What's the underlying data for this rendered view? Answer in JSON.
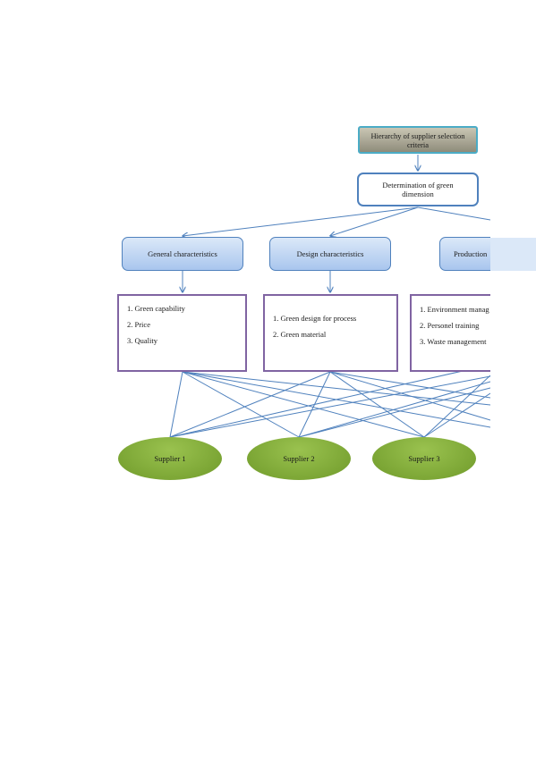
{
  "root": {
    "label": "Hierarchy of supplier selection criteria"
  },
  "dimension": {
    "label": "Determination of green dimension"
  },
  "categories": [
    {
      "label": "General characteristics"
    },
    {
      "label": "Design characteristics"
    },
    {
      "label": "Production          char"
    }
  ],
  "criteria": {
    "general": [
      "1. Green capability",
      "2. Price",
      "3. Quality"
    ],
    "design": [
      "1. Green design for process",
      "2. Green material"
    ],
    "production": [
      "1. Environment manag",
      "2. Personel training",
      "3. Waste management"
    ]
  },
  "suppliers": [
    {
      "label": "Supplier 1"
    },
    {
      "label": "Supplier 2"
    },
    {
      "label": "Supplier 3"
    }
  ],
  "colors": {
    "connector": "#4f81bd",
    "criteria_border": "#8064a2",
    "supplier_fill": "#7fad36",
    "category_fill": "#a9c6ee"
  }
}
